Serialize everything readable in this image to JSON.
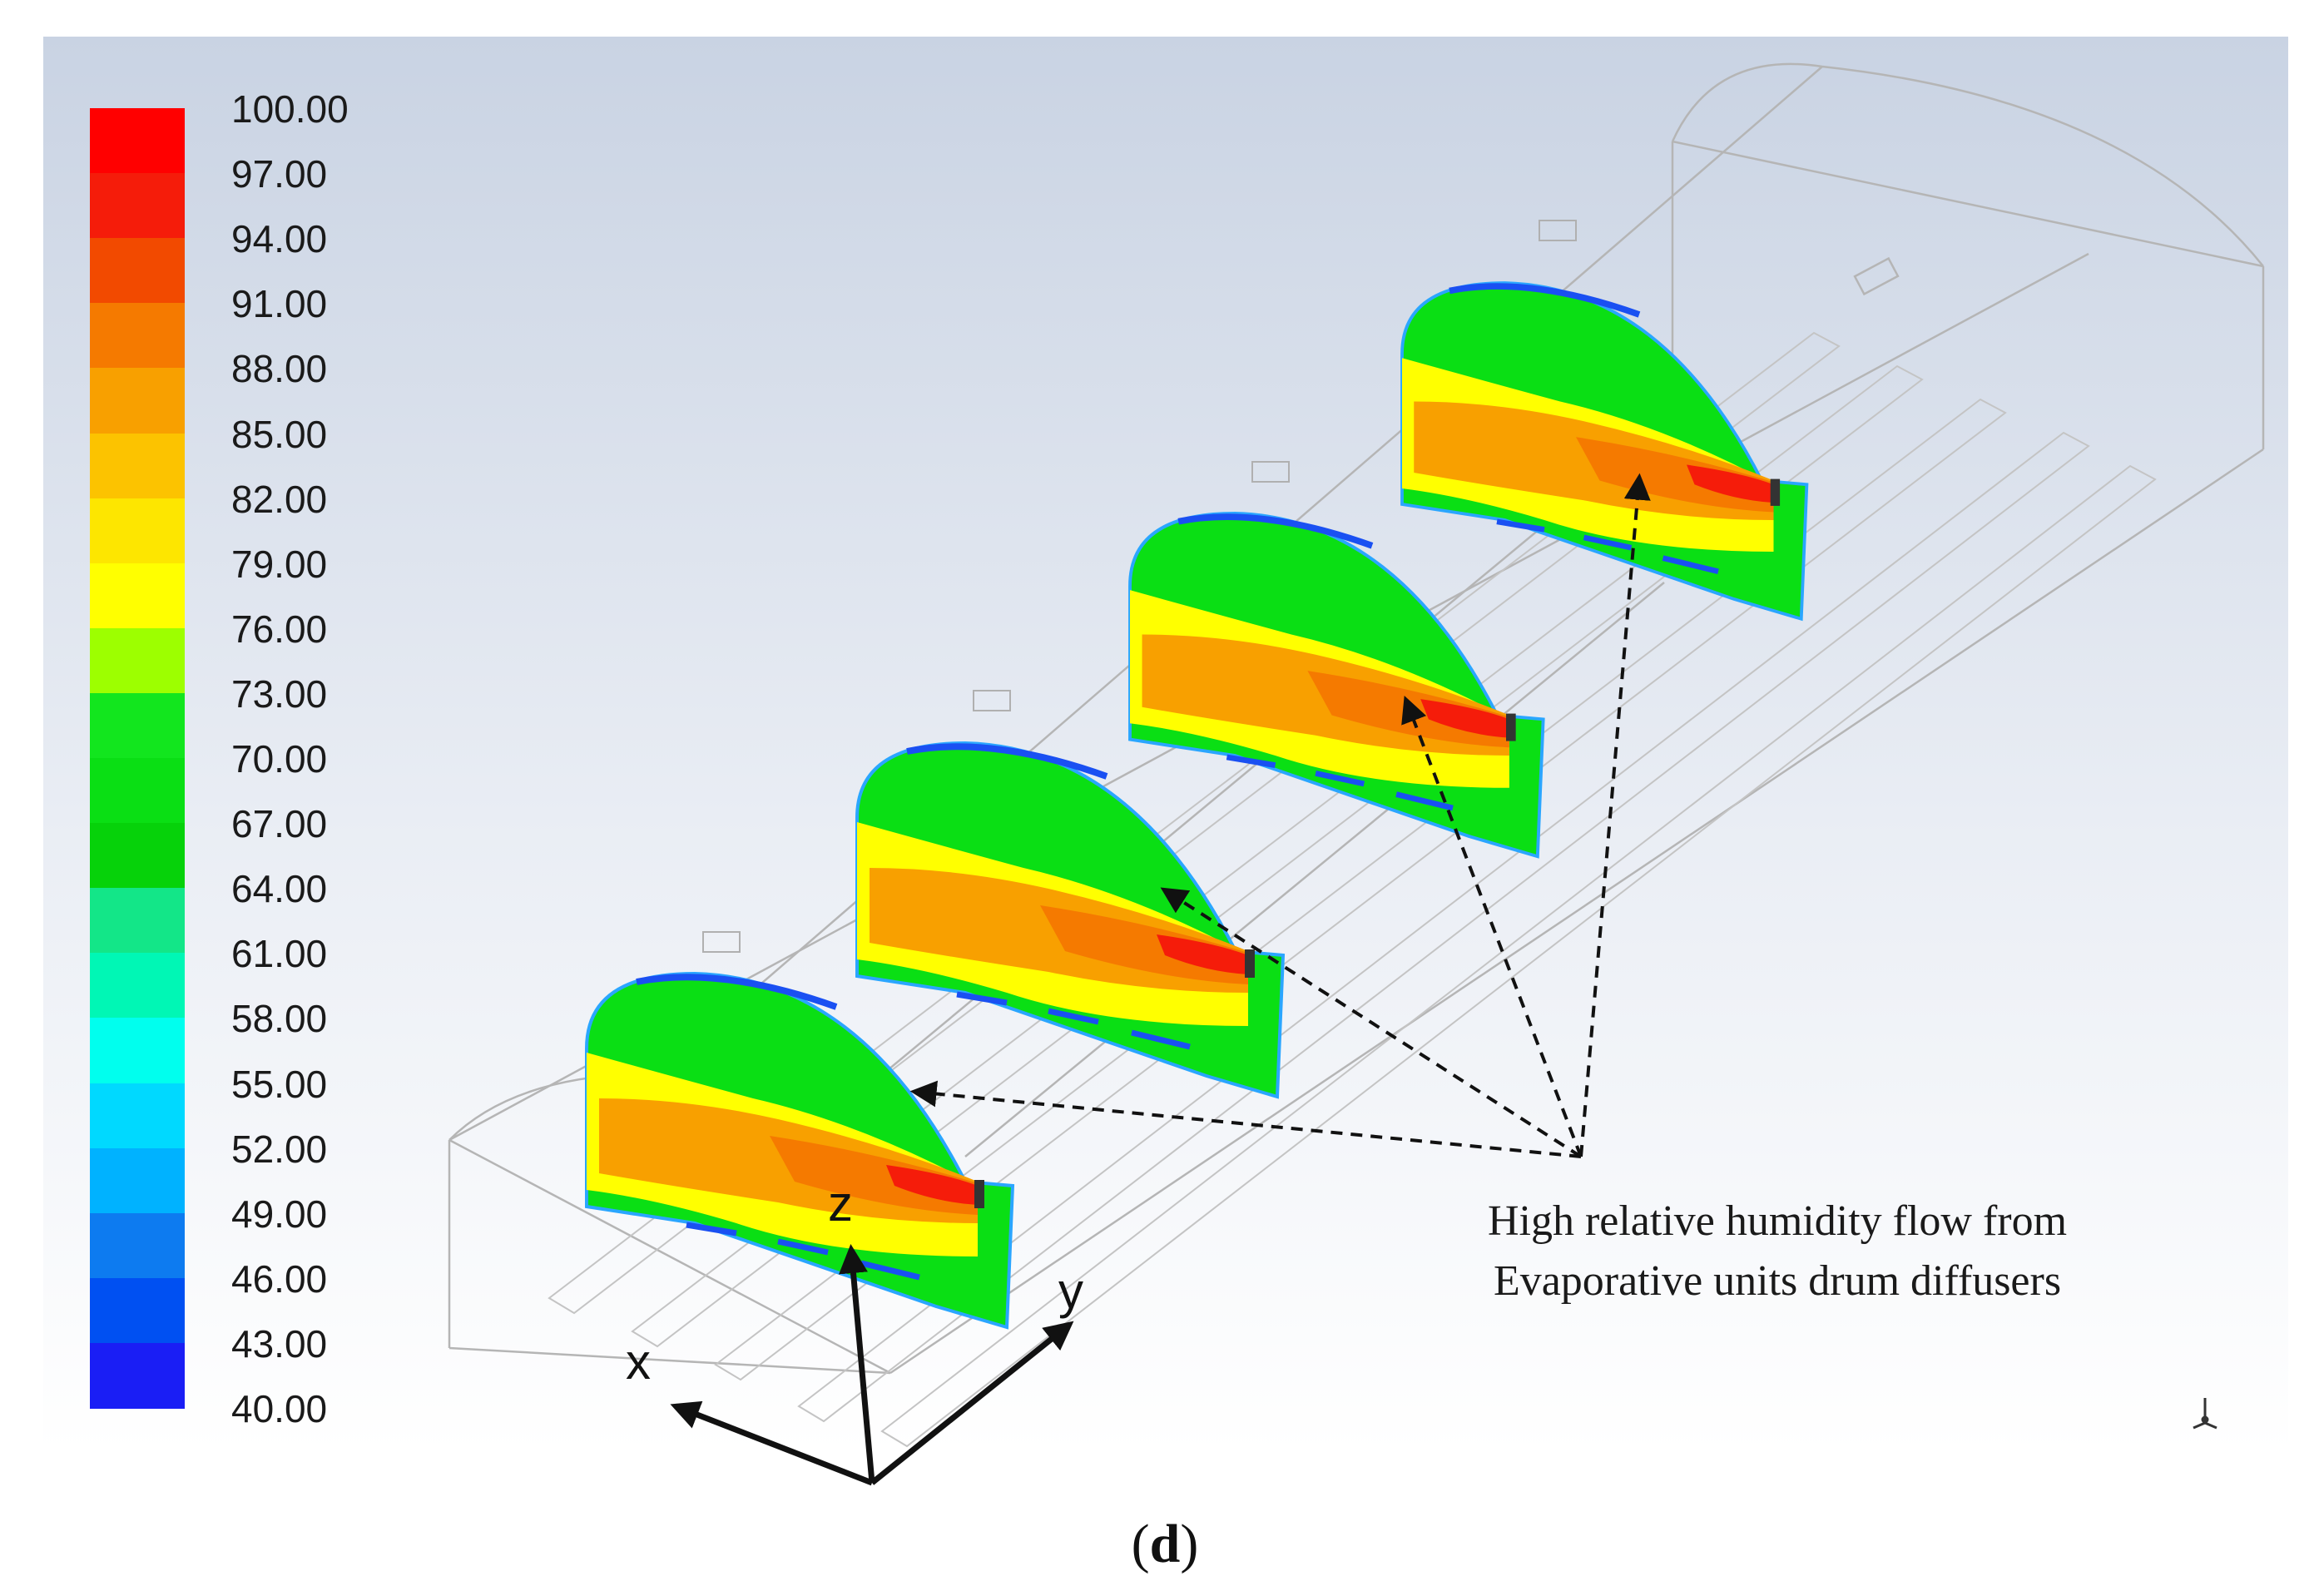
{
  "legend": {
    "labels": [
      "100.00",
      "97.00",
      "94.00",
      "91.00",
      "88.00",
      "85.00",
      "82.00",
      "79.00",
      "76.00",
      "73.00",
      "70.00",
      "67.00",
      "64.00",
      "61.00",
      "58.00",
      "55.00",
      "52.00",
      "49.00",
      "46.00",
      "43.00",
      "40.00"
    ],
    "colors": [
      "#ff0000",
      "#f51c0a",
      "#f24a00",
      "#f57a00",
      "#f8a000",
      "#fcc300",
      "#fde600",
      "#ffff00",
      "#9dff00",
      "#12e61e",
      "#0adf14",
      "#06d20a",
      "#13e688",
      "#00f7b5",
      "#00ffee",
      "#00d9ff",
      "#00b2ff",
      "#0d7bf0",
      "#0050f2",
      "#1a1ef5"
    ]
  },
  "axes": {
    "x": "x",
    "y": "y",
    "z": "z"
  },
  "annotation": {
    "line1": "High relative humidity flow from",
    "line2": "Evaporative units drum diffusers"
  },
  "caption": {
    "open": "(",
    "letter": "d",
    "close": ")"
  },
  "colors": {
    "green": "#0adf14",
    "yellow": "#ffff00",
    "orange": "#f8a000",
    "dark_orange": "#f57a00",
    "red": "#f51c0a",
    "blue": "#1a50f2",
    "outline": "#b5b5b5"
  }
}
